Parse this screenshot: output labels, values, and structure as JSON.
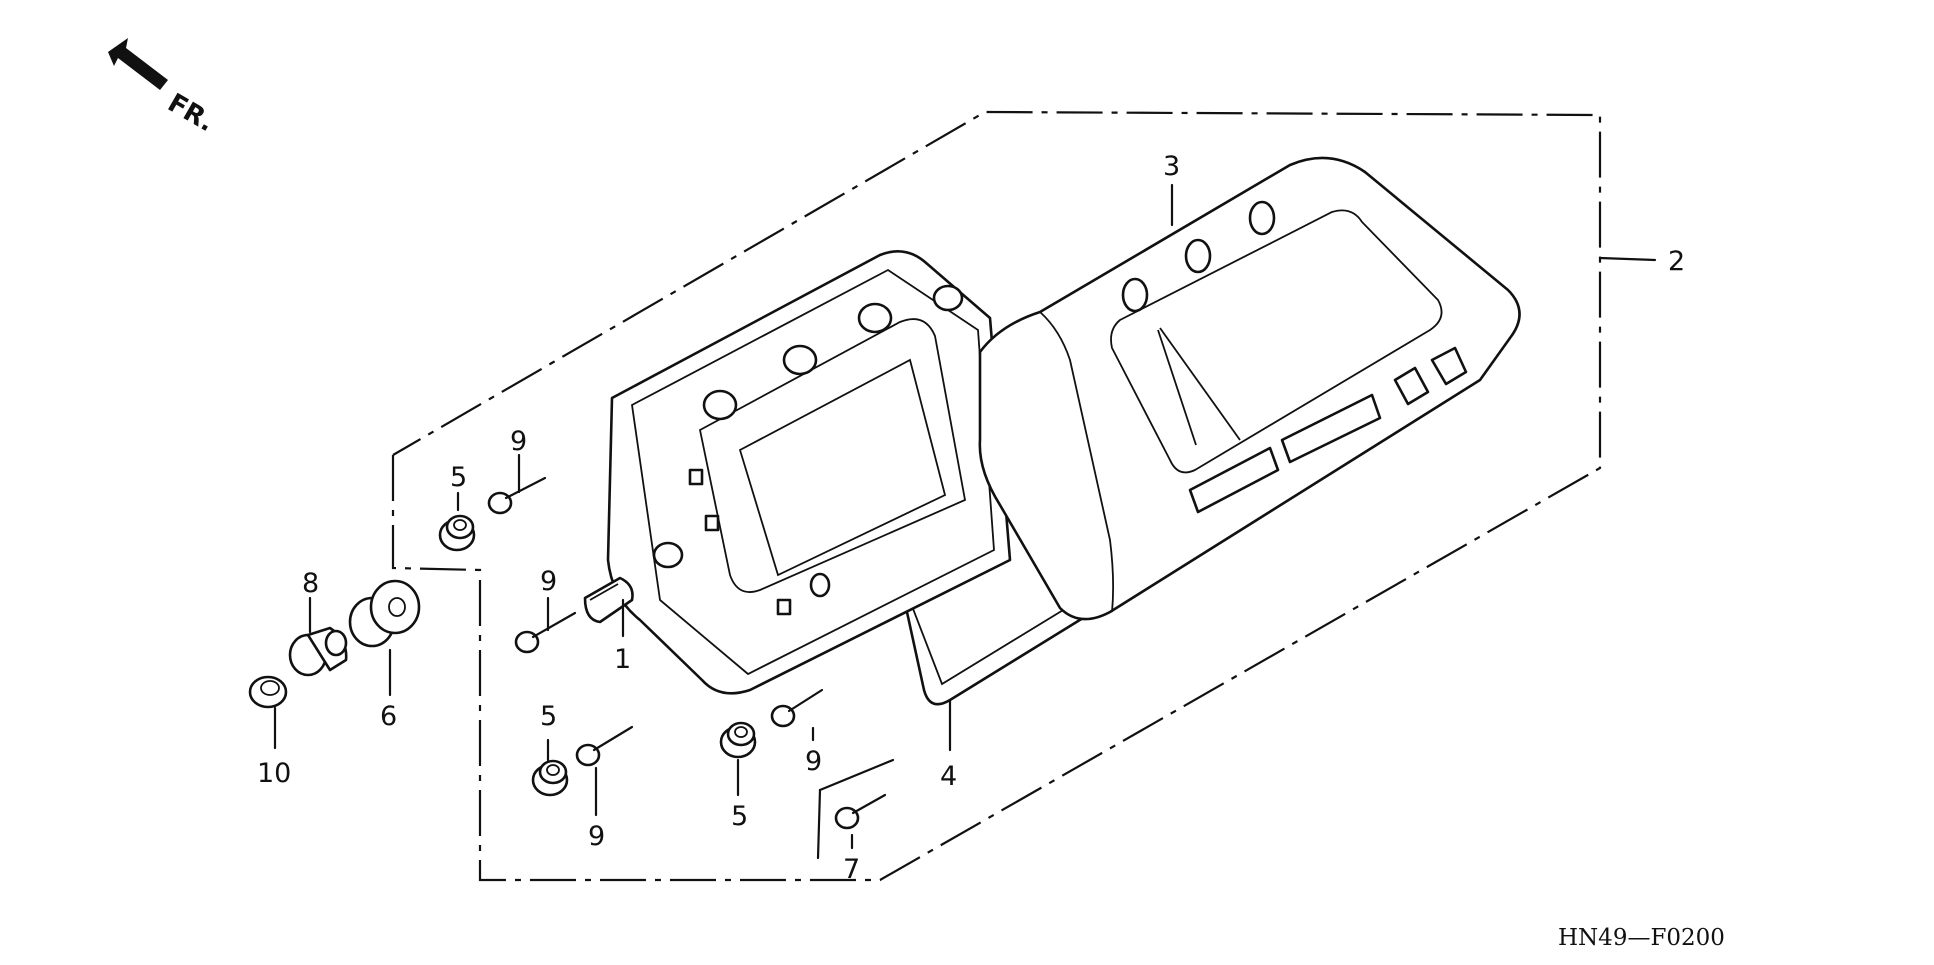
{
  "direction_label": "FR.",
  "diagram_code": "HN49—F0200",
  "callouts": [
    "1",
    "2",
    "3",
    "4",
    "5",
    "5",
    "5",
    "6",
    "7",
    "8",
    "9",
    "9",
    "9",
    "9",
    "10"
  ]
}
